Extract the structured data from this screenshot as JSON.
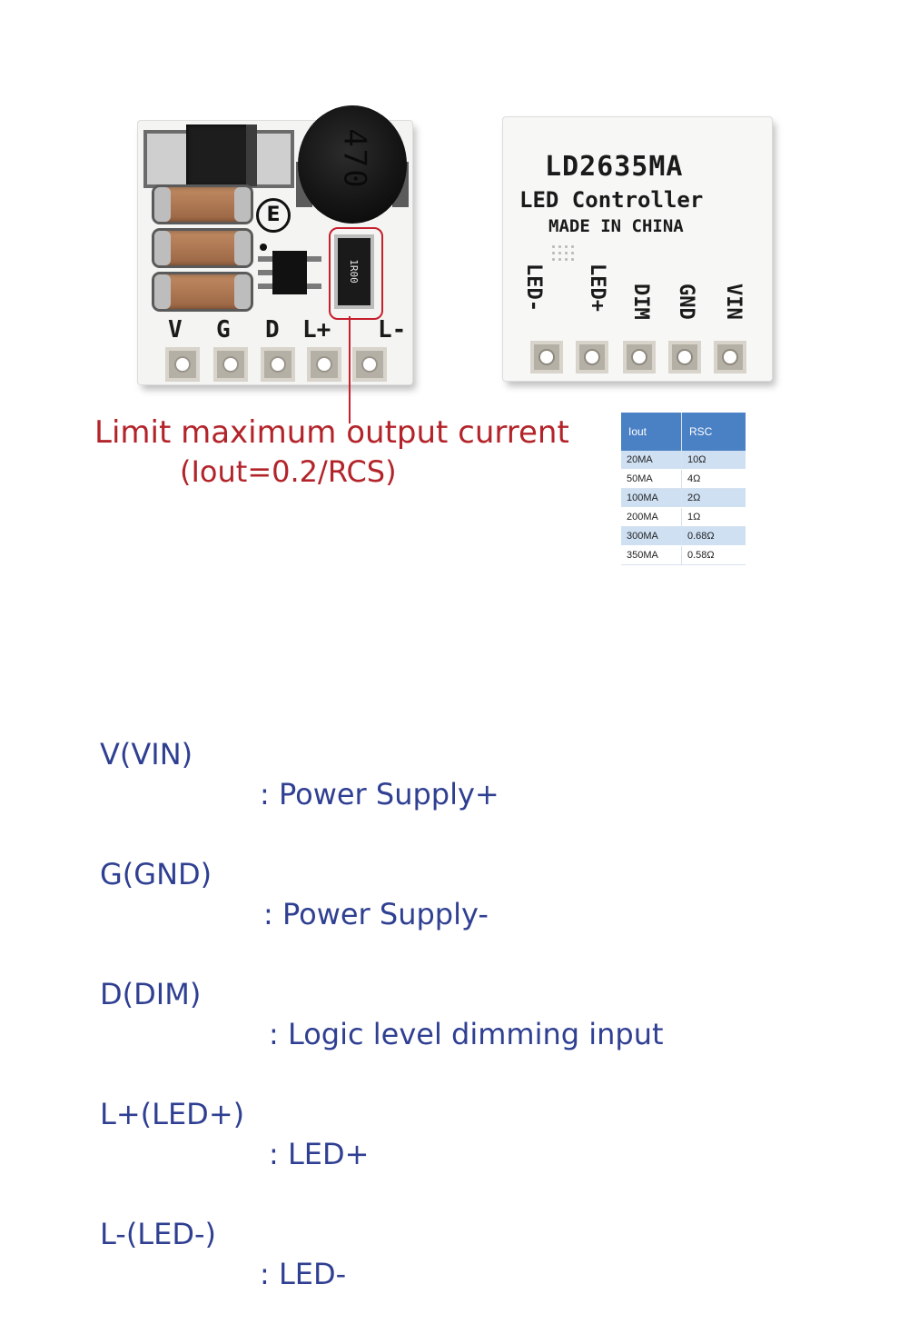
{
  "left_board": {
    "inductor_marking": "470",
    "resistor_marking": "1R00",
    "cert_mark": "E",
    "pin_labels": [
      "V",
      "G",
      "D",
      "L+",
      "L-"
    ]
  },
  "right_board": {
    "model": "LD2635MA",
    "subtitle": "LED Controller",
    "made_in": "MADE IN CHINA",
    "pin_labels": [
      "LED-",
      "LED+",
      "DIM",
      "GND",
      "VIN"
    ]
  },
  "caption": {
    "line1": "Limit maximum output current",
    "line2": "(Iout=0.2/RCS)",
    "color": "#b3242a"
  },
  "table": {
    "headers": [
      "Iout",
      "RSC"
    ],
    "rows": [
      [
        "20MA",
        "10Ω"
      ],
      [
        "50MA",
        "4Ω"
      ],
      [
        "100MA",
        "2Ω"
      ],
      [
        "200MA",
        "1Ω"
      ],
      [
        "300MA",
        "0.68Ω"
      ],
      [
        "350MA",
        "0.58Ω"
      ]
    ],
    "header_color": "#4a80c4"
  },
  "legend": [
    {
      "key": "V(VIN)",
      "desc": ": Power Supply+"
    },
    {
      "key": "G(GND)",
      "desc": ": Power Supply-"
    },
    {
      "key": "D(DIM)",
      "desc": ": Logic level dimming input"
    },
    {
      "key": "L+(LED+)",
      "desc": ": LED+"
    },
    {
      "key": "L-(LED-)",
      "desc": ": LED-"
    }
  ],
  "legend_color": "#2f3f92"
}
